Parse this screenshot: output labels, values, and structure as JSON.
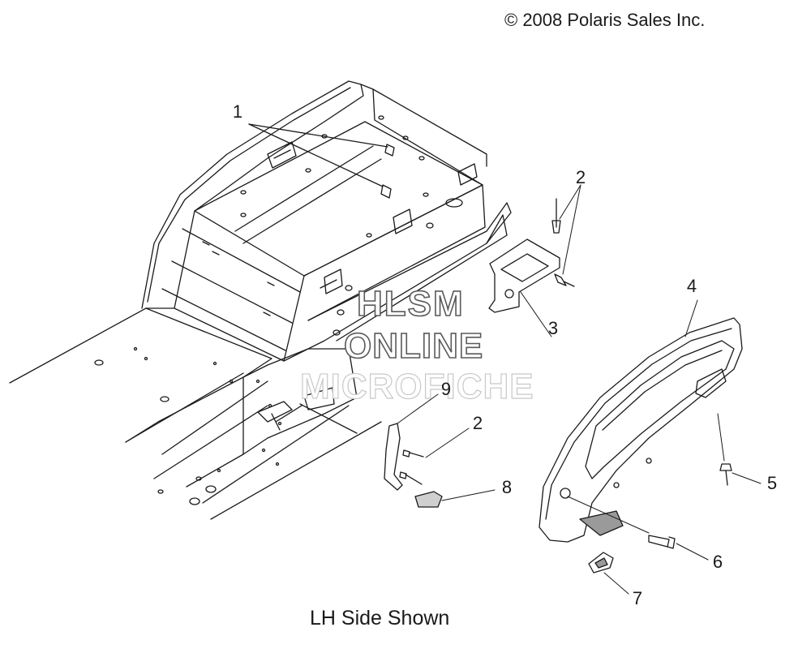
{
  "copyright": "© 2008 Polaris Sales Inc.",
  "caption": "LH Side Shown",
  "watermark": {
    "line1": "HLSM",
    "line2": "ONLINE",
    "line3": "MICROFICHE"
  },
  "callouts": {
    "c1": "1",
    "c2a": "2",
    "c2b": "2",
    "c3": "3",
    "c4": "4",
    "c5": "5",
    "c6": "6",
    "c7": "7",
    "c8": "8",
    "c9": "9"
  },
  "colors": {
    "line": "#1a1a1a",
    "fill": "#ffffff",
    "shade": "#9a9a9a"
  }
}
